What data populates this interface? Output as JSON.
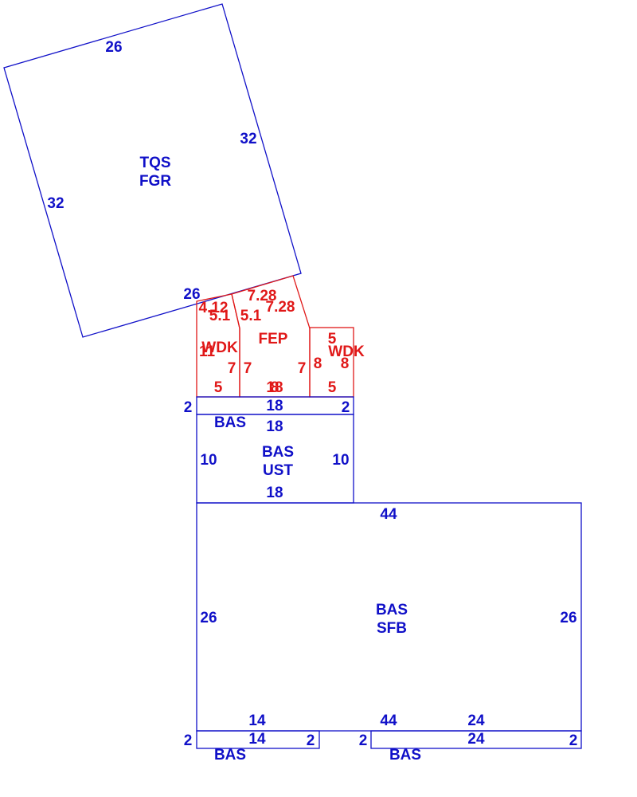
{
  "colors": {
    "building": "#1010c8",
    "porch": "#e01818",
    "background": "#ffffff"
  },
  "garage": {
    "code1": "TQS",
    "code2": "FGR",
    "dim_top": "26",
    "dim_right": "32",
    "dim_left": "32",
    "dim_bottom": "26"
  },
  "wdk_left": {
    "code": "WDK",
    "dim_top": "4.12",
    "dim_top2": "5.1",
    "dim_right": "7",
    "dim_left": "11",
    "dim_bottom": "5"
  },
  "fep": {
    "code": "FEP",
    "dim_top": "7.28",
    "dim_top2": "7.28",
    "dim_left_top": "5.1",
    "dim_left": "7",
    "dim_right": "7",
    "dim_bottom": "18",
    "dim_bottom_overlap": "8"
  },
  "wdk_right": {
    "code": "WDK",
    "dim_top": "5",
    "dim_left": "8",
    "dim_right": "8",
    "dim_bottom": "5"
  },
  "bas_strip": {
    "code": "BAS",
    "dim_top": "18",
    "dim_bottom": "18",
    "dim_left": "2",
    "dim_right": "2"
  },
  "bas_ust": {
    "code1": "BAS",
    "code2": "UST",
    "dim_bottom": "18",
    "dim_left": "10",
    "dim_right": "10"
  },
  "bas_sfb": {
    "code1": "BAS",
    "code2": "SFB",
    "dim_top": "44",
    "dim_left": "26",
    "dim_right": "26",
    "dim_bottom": "44"
  },
  "bas_bottom_left": {
    "code": "BAS",
    "dim_top": "14",
    "dim_bottom": "14",
    "dim_left": "2",
    "dim_right": "2"
  },
  "bas_bottom_right": {
    "code": "BAS",
    "dim_top": "24",
    "dim_bottom": "24",
    "dim_left": "2",
    "dim_right": "2"
  }
}
